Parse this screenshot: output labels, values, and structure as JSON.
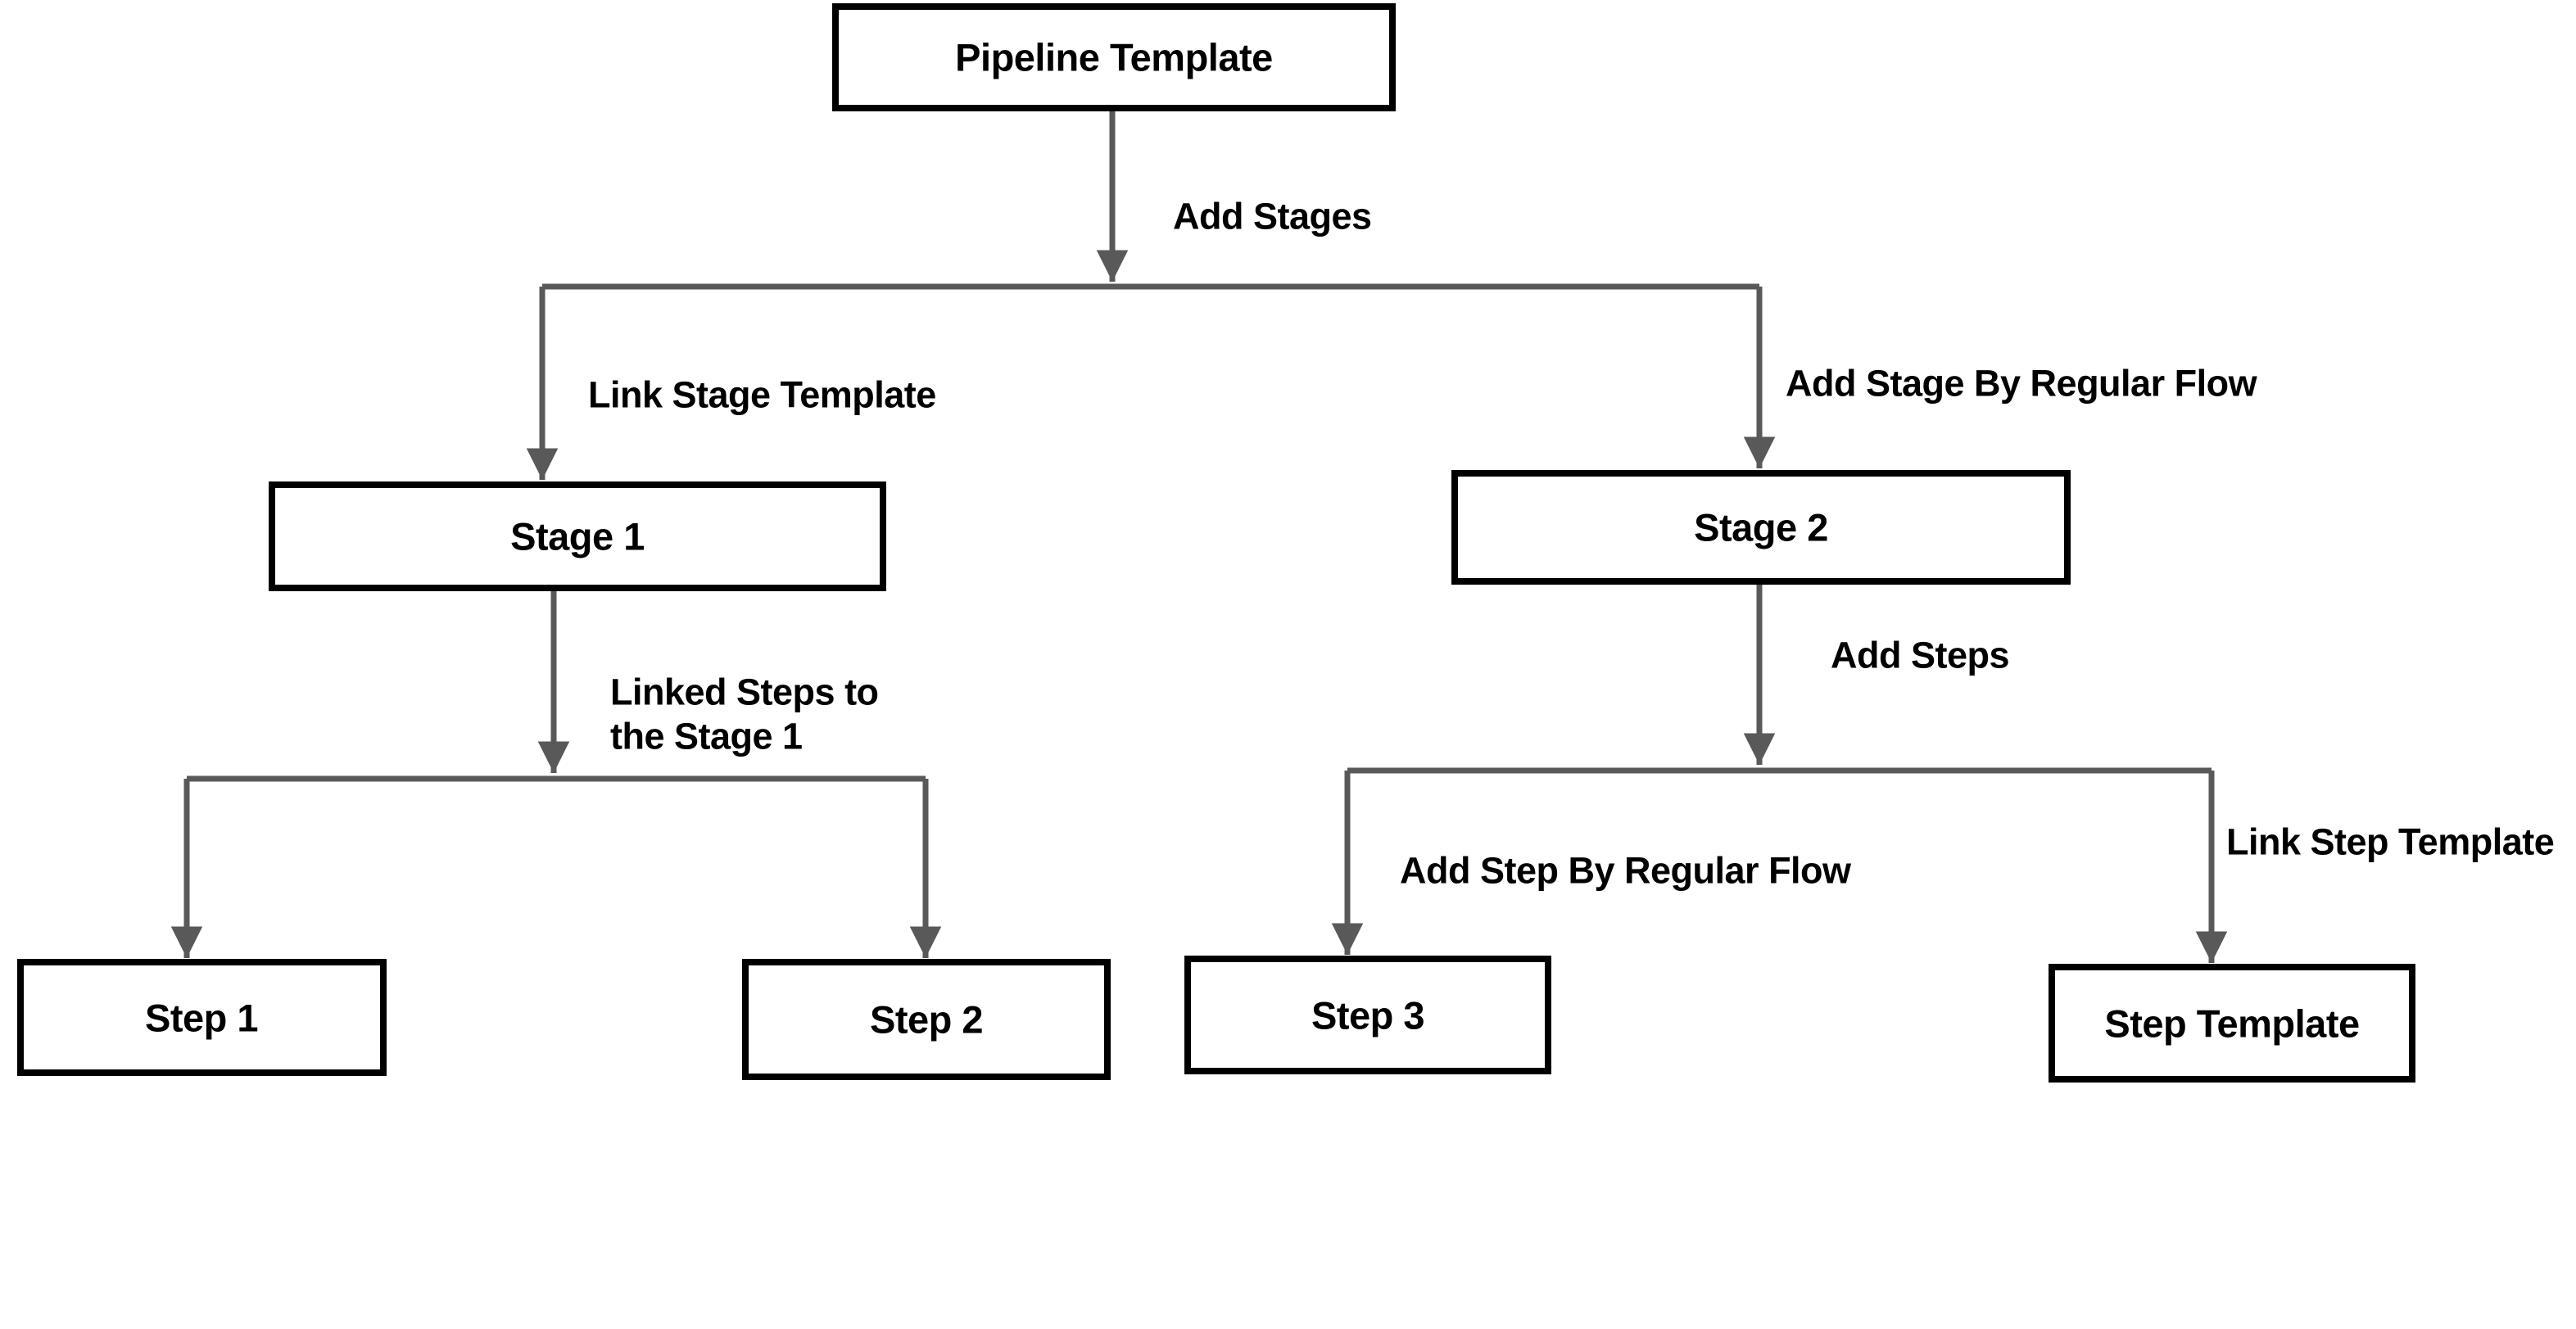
{
  "title": "Pipeline Template Flow Diagram",
  "colors": {
    "background": "#ffffff",
    "line": "#595959",
    "arrowhead": "#595959",
    "box_border": "#000000",
    "box_fill": "#ffffff",
    "text": "#000000"
  },
  "nodes": {
    "pipeline_template": {
      "label": "Pipeline Template"
    },
    "stage1": {
      "label": "Stage 1"
    },
    "stage2": {
      "label": "Stage 2"
    },
    "step1": {
      "label": "Step 1"
    },
    "step2": {
      "label": "Step 2"
    },
    "step3": {
      "label": "Step 3"
    },
    "step_template": {
      "label": "Step Template"
    }
  },
  "edges": {
    "add_stages": {
      "label": "Add Stages"
    },
    "link_stage_template": {
      "label": "Link Stage Template"
    },
    "add_stage_by_regular_flow": {
      "label": "Add Stage By Regular Flow"
    },
    "linked_steps_to_stage1": {
      "line1": "Linked Steps to",
      "line2": "the Stage 1"
    },
    "add_steps": {
      "label": "Add Steps"
    },
    "add_step_by_regular_flow": {
      "label": "Add Step By Regular Flow"
    },
    "link_step_template": {
      "label": "Link Step Template"
    }
  }
}
